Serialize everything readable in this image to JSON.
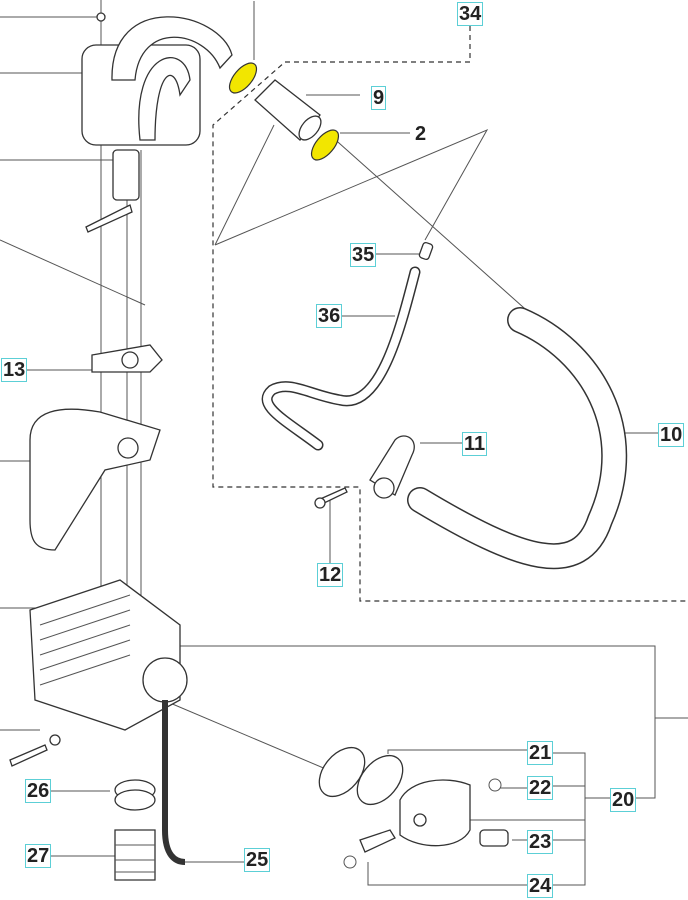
{
  "diagram": {
    "callouts": [
      "34",
      "9",
      "2",
      "35",
      "36",
      "13",
      "11",
      "10",
      "12",
      "26",
      "27",
      "25",
      "21",
      "22",
      "20",
      "23",
      "24"
    ],
    "colors": {
      "callout_border": "#5ccfd6",
      "clamp_highlight": "#f2e600"
    }
  }
}
